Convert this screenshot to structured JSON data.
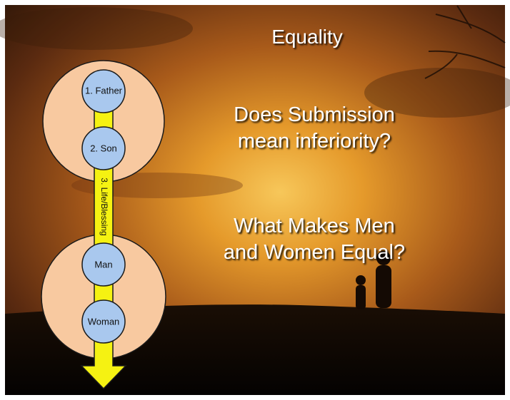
{
  "slide": {
    "title": "Equality",
    "question1": [
      "Does Submission",
      "mean inferiority?"
    ],
    "question2": [
      "What Makes Men",
      "and Women Equal?"
    ]
  },
  "diagram": {
    "nodes": [
      "1. Father",
      "2. Son",
      "Man",
      "Woman"
    ],
    "flow_label": "3. Life/Blessing",
    "colors": {
      "group_circle": "#f8c9a0",
      "node_circle": "#a9c8ee",
      "arrow": "#f5f212",
      "outline": "#1a1a1a"
    }
  }
}
